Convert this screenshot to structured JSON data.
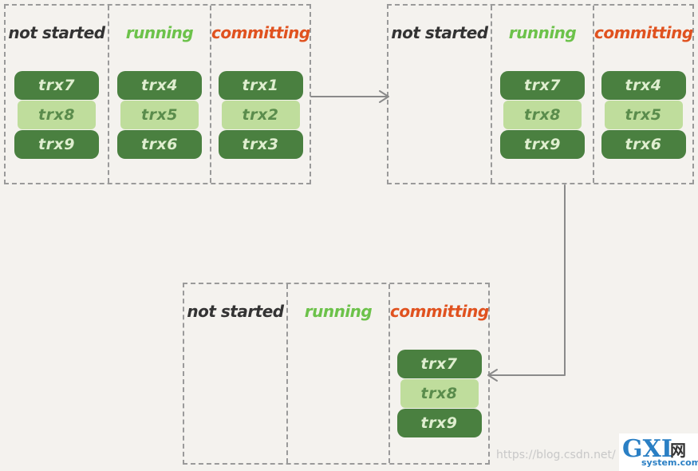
{
  "colors": {
    "not_started": "#333333",
    "running": "#6cc24a",
    "committing": "#e0521f",
    "trx_dark": "#4a8040",
    "trx_light": "#bfdd9c",
    "border": "#9a9a9a"
  },
  "states": [
    {
      "columns": [
        {
          "label": "not started",
          "trx": [
            "trx7",
            "trx8",
            "trx9"
          ]
        },
        {
          "label": "running",
          "trx": [
            "trx4",
            "trx5",
            "trx6"
          ]
        },
        {
          "label": "committing",
          "trx": [
            "trx1",
            "trx2",
            "trx3"
          ]
        }
      ]
    },
    {
      "columns": [
        {
          "label": "not started",
          "trx": []
        },
        {
          "label": "running",
          "trx": [
            "trx7",
            "trx8",
            "trx9"
          ]
        },
        {
          "label": "committing",
          "trx": [
            "trx4",
            "trx5",
            "trx6"
          ]
        }
      ]
    },
    {
      "columns": [
        {
          "label": "not started",
          "trx": []
        },
        {
          "label": "running",
          "trx": []
        },
        {
          "label": "committing",
          "trx": [
            "trx7",
            "trx8",
            "trx9"
          ]
        }
      ]
    }
  ],
  "watermark": "https://blog.csdn.net/",
  "logo": {
    "mark": "GXI",
    "cn": "网",
    "sub": "system.com"
  }
}
